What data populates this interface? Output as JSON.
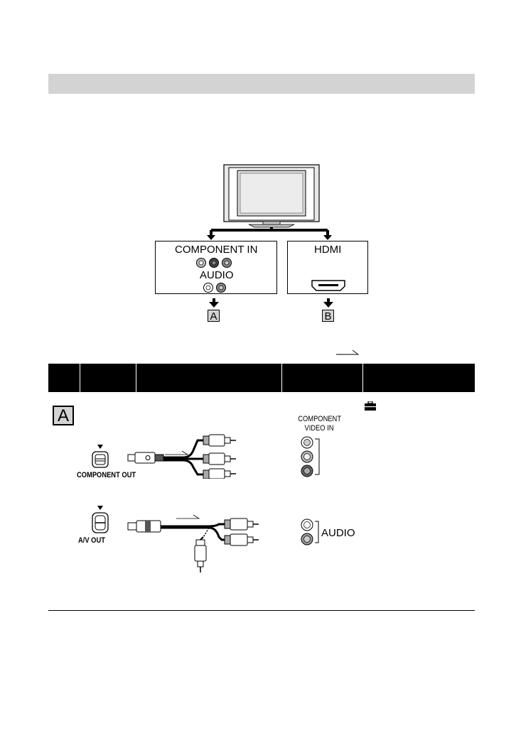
{
  "tv_inputs": {
    "component": {
      "title": "COMPONENT IN",
      "audio_title": "AUDIO"
    },
    "hdmi": {
      "title": "HDMI"
    }
  },
  "markers": {
    "a": "A",
    "b": "B"
  },
  "row_a": {
    "marker": "A",
    "component_out_label": "COMPONENT OUT",
    "av_out_label": "A/V OUT",
    "tv_component_line1": "COMPONENT",
    "tv_component_line2": "VIDEO IN",
    "tv_audio_label": "AUDIO"
  },
  "table": {
    "header_columns": [
      "",
      "",
      "",
      "",
      ""
    ]
  },
  "icons": [
    "arrow-outline-icon",
    "toolbox-icon",
    "down-arrow-icon"
  ],
  "colors": {
    "header_band": "#d3d3d3",
    "table_header": "#000000",
    "marker_fill": "#d3d3d3"
  }
}
